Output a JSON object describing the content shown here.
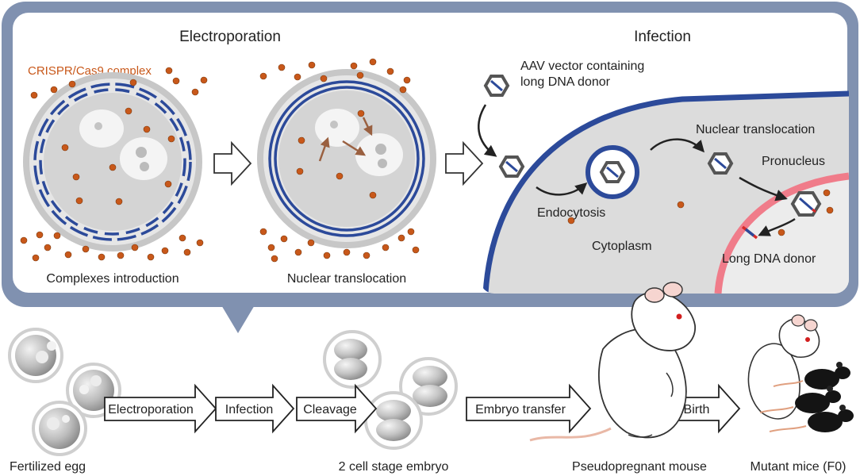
{
  "panel": {
    "electroporation_title": "Electroporation",
    "infection_title": "Infection",
    "crispr_label": "CRISPR/Cas9 complex",
    "complexes_introduction": "Complexes introduction",
    "nuclear_translocation_left": "Nuclear translocation",
    "aav_line1": "AAV vector containing",
    "aav_line2": "long DNA donor",
    "nuclear_translocation_right": "Nuclear translocation",
    "pronucleus": "Pronucleus",
    "endocytosis": "Endocytosis",
    "cytoplasm": "Cytoplasm",
    "long_dna_donor": "Long DNA donor"
  },
  "workflow": {
    "steps": [
      "Electroporation",
      "Infection",
      "Cleavage",
      "Embryo transfer",
      "Birth"
    ],
    "stages": [
      "Fertilized egg",
      "2 cell stage embryo",
      "Pseudopregnant mouse",
      "Mutant mice (F0)"
    ]
  },
  "colors": {
    "panel_border": "#8091b0",
    "cas9_orange": "#c8581a",
    "membrane_blue": "#2c4a9a",
    "pronucleus_pink": "#f07c8a",
    "cell_gray": "#d9d9d9"
  }
}
